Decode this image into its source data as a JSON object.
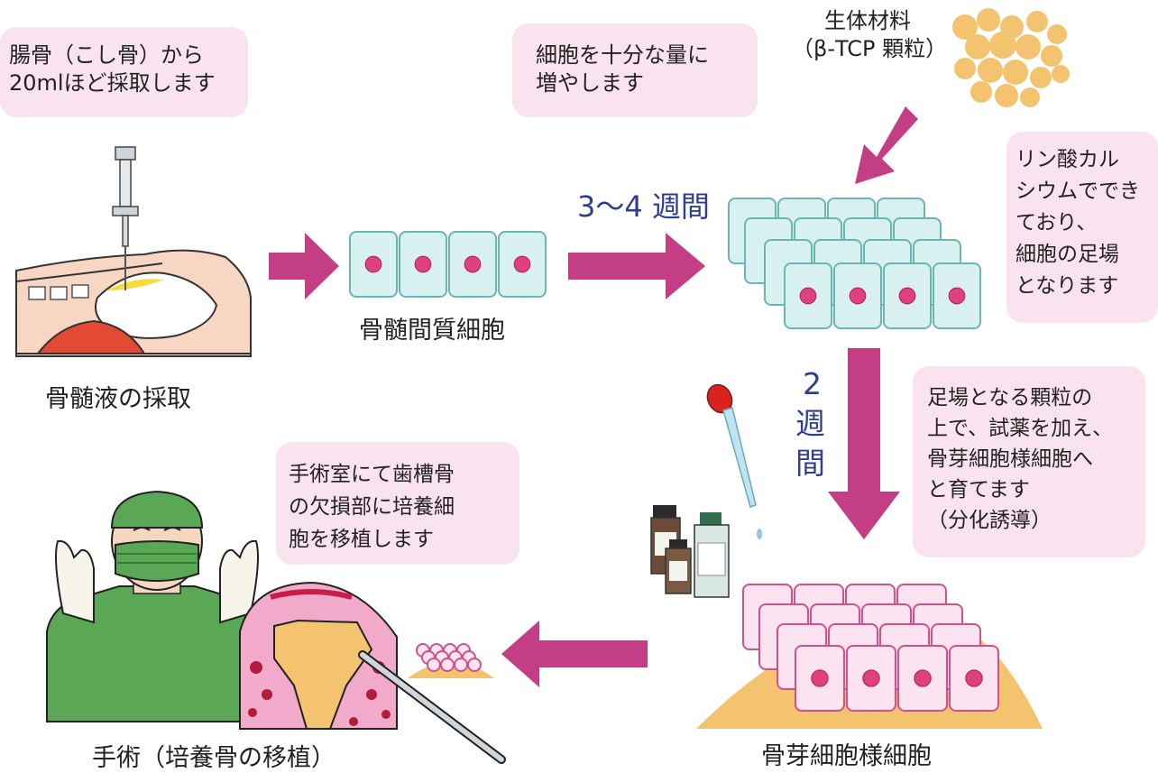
{
  "colors": {
    "arrow": "#c43e86",
    "note_bg": "#f9e3ef",
    "duration_text": "#2e3f8f",
    "stromal_cell_fill": "#d8f0f0",
    "stromal_cell_stroke": "#6ab6b2",
    "nucleus": "#e0407c",
    "osteoblast_cell_fill": "#fbe3ef",
    "osteoblast_cell_stroke": "#d2508c",
    "tcp_granule": "#f3c370",
    "gown": "#5aa855"
  },
  "notes": {
    "harvest": [
      "腸骨（こし骨）から",
      "20mlほど採取します"
    ],
    "culture": [
      "細胞を十分な量に",
      "増やします"
    ],
    "scaffold": [
      "リン酸カル",
      "シウムででき",
      "ており、",
      "細胞の足場",
      "となります"
    ],
    "differentiation": [
      "足場となる顆粒の",
      "上で、試薬を加え、",
      "骨芽細胞様細胞へ",
      "と育てます",
      "（分化誘導）"
    ],
    "transplant": [
      "手術室にて歯槽骨",
      "の欠損部に培養細",
      "胞を移植します"
    ]
  },
  "biomaterial": {
    "name": "生体材料",
    "detail": "（β-TCP 顆粒）"
  },
  "durations": {
    "culture": "3～4 週間",
    "differentiation": [
      "2",
      "週",
      "間"
    ]
  },
  "captions": {
    "harvest": "骨髄液の採取",
    "stromal_cells": "骨髄間質細胞",
    "osteoblast_cells": "骨芽細胞様細胞",
    "surgery": "手術（培養骨の移植）"
  }
}
